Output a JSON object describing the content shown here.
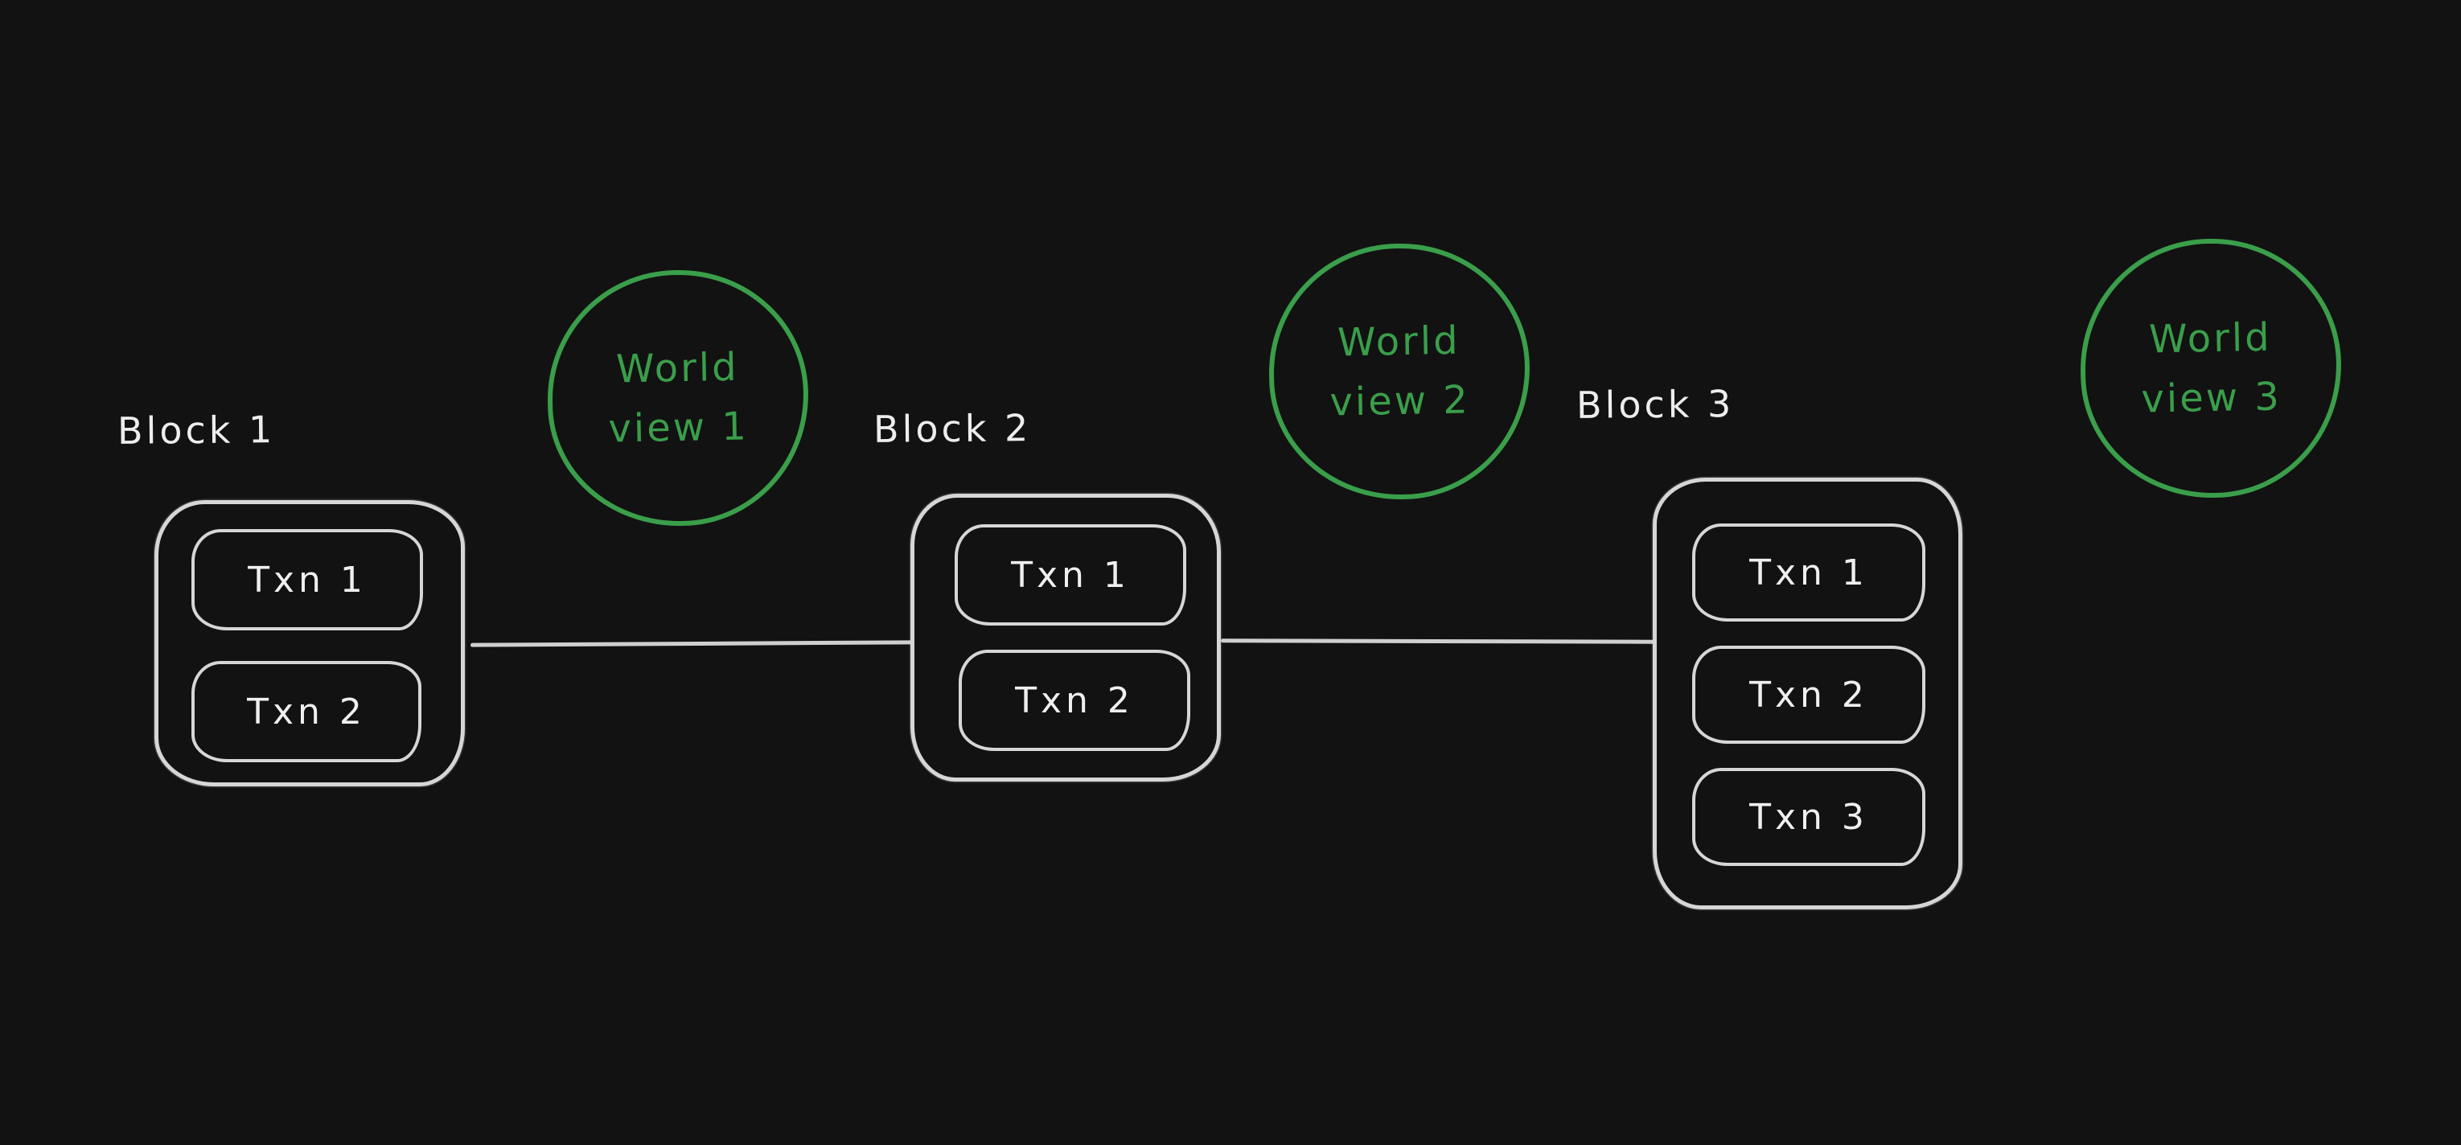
{
  "colors": {
    "background": "#121212",
    "stroke": "#d6d6d6",
    "text": "#ededed",
    "green": "#3a9e4a"
  },
  "blocks": [
    {
      "label": "Block 1",
      "txns": [
        "Txn 1",
        "Txn 2"
      ]
    },
    {
      "label": "Block 2",
      "txns": [
        "Txn 1",
        "Txn 2"
      ]
    },
    {
      "label": "Block 3",
      "txns": [
        "Txn 1",
        "Txn 2",
        "Txn 3"
      ]
    }
  ],
  "world_views": [
    {
      "text": "World view 1",
      "lines": [
        "World",
        "view 1"
      ]
    },
    {
      "text": "World view 2",
      "lines": [
        "World",
        "view 2"
      ]
    },
    {
      "text": "World view 3",
      "lines": [
        "World",
        "view 3"
      ]
    }
  ],
  "connectors": [
    {
      "from": "Block 1",
      "to": "Block 2"
    },
    {
      "from": "Block 2",
      "to": "Block 3"
    }
  ]
}
